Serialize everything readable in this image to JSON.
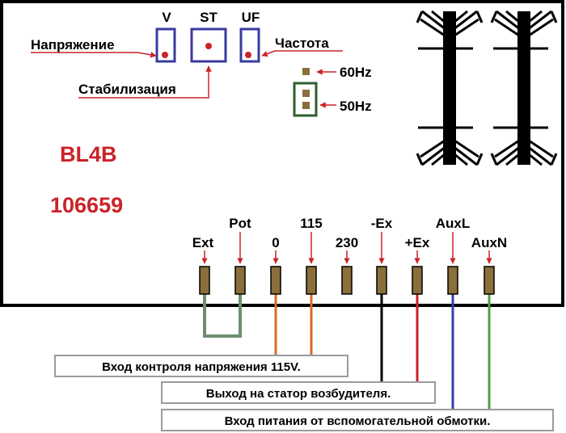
{
  "switches": {
    "v_label": "V",
    "st_label": "ST",
    "uf_label": "UF"
  },
  "annotations": {
    "voltage": "Напряжение",
    "stabilization": "Стабилизация",
    "frequency": "Частота",
    "hz60": "60Hz",
    "hz50": "50Hz"
  },
  "model": {
    "name": "BL4B",
    "number": "106659"
  },
  "terminals": {
    "ext": "Ext",
    "pot": "Pot",
    "t0": "0",
    "t115": "115",
    "t230": "230",
    "minus_ex": "-Ex",
    "plus_ex": "+Ex",
    "auxl": "AuxL",
    "auxn": "AuxN"
  },
  "legend": {
    "voltage_sense": "Вход контроля напряжения 115V.",
    "stator_output": "Выход на статор возбудителя.",
    "aux_input": "Вход питания от вспомогательной обмотки."
  },
  "colors": {
    "red": "#cc2229",
    "blue_box": "#3a3aa0",
    "green_box": "#2e5e2e",
    "terminal": "#8b6f3a",
    "pot_wire": "#6e8f6e",
    "orange_wire": "#d86a2a",
    "black_wire": "#000000",
    "red_wire": "#cc2229",
    "blue_wire": "#3b3ba8",
    "green_wire": "#5a9a4a"
  }
}
